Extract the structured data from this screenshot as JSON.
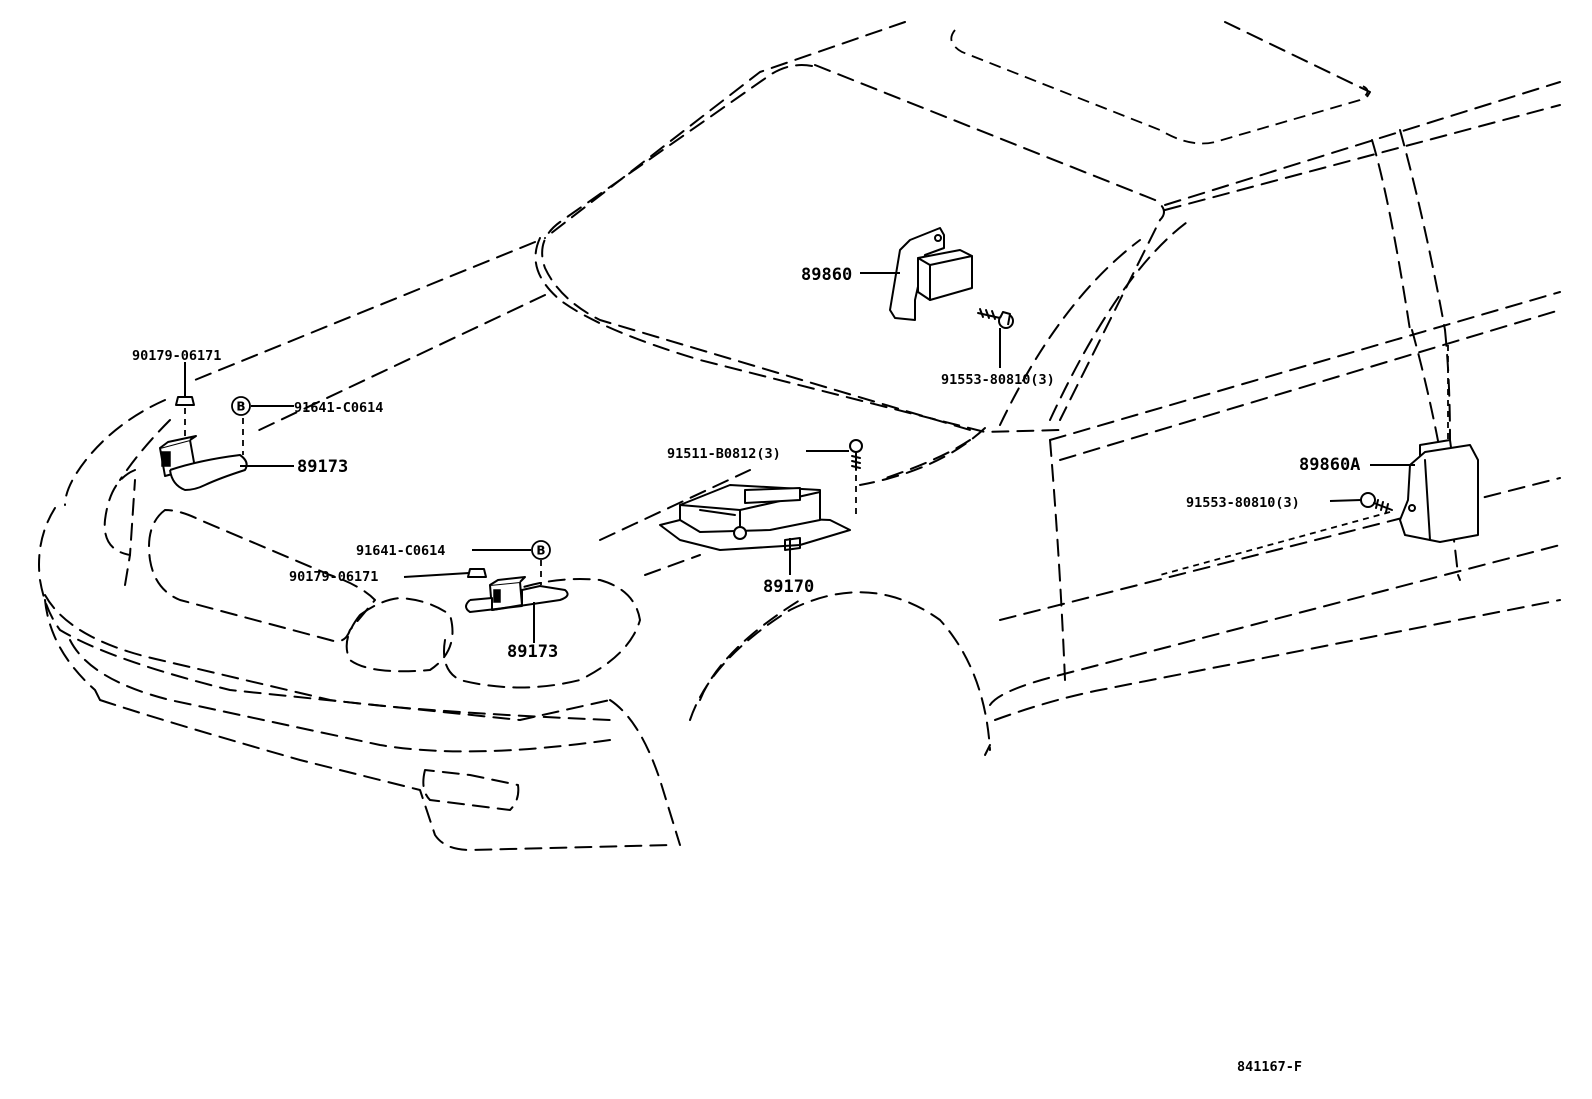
{
  "labels": {
    "nut_left_upper": "90179-06171",
    "bolt_left_upper": "91641-C0614",
    "sensor_left": "89173",
    "sensor_right_front": "89173",
    "bolt_right_lower": "91641-C0614",
    "nut_right_lower": "90179-06171",
    "screw_ecu": "91511-B0812(3)",
    "airbag_ecu": "89170",
    "side_sensor_front": "89860",
    "screw_side_front": "91553-80810(3)",
    "side_sensor_rear": "89860A",
    "screw_side_rear": "91553-80810(3)",
    "ref_marker_1": "B",
    "ref_marker_2": "B",
    "drawing_number": "841167-F"
  }
}
